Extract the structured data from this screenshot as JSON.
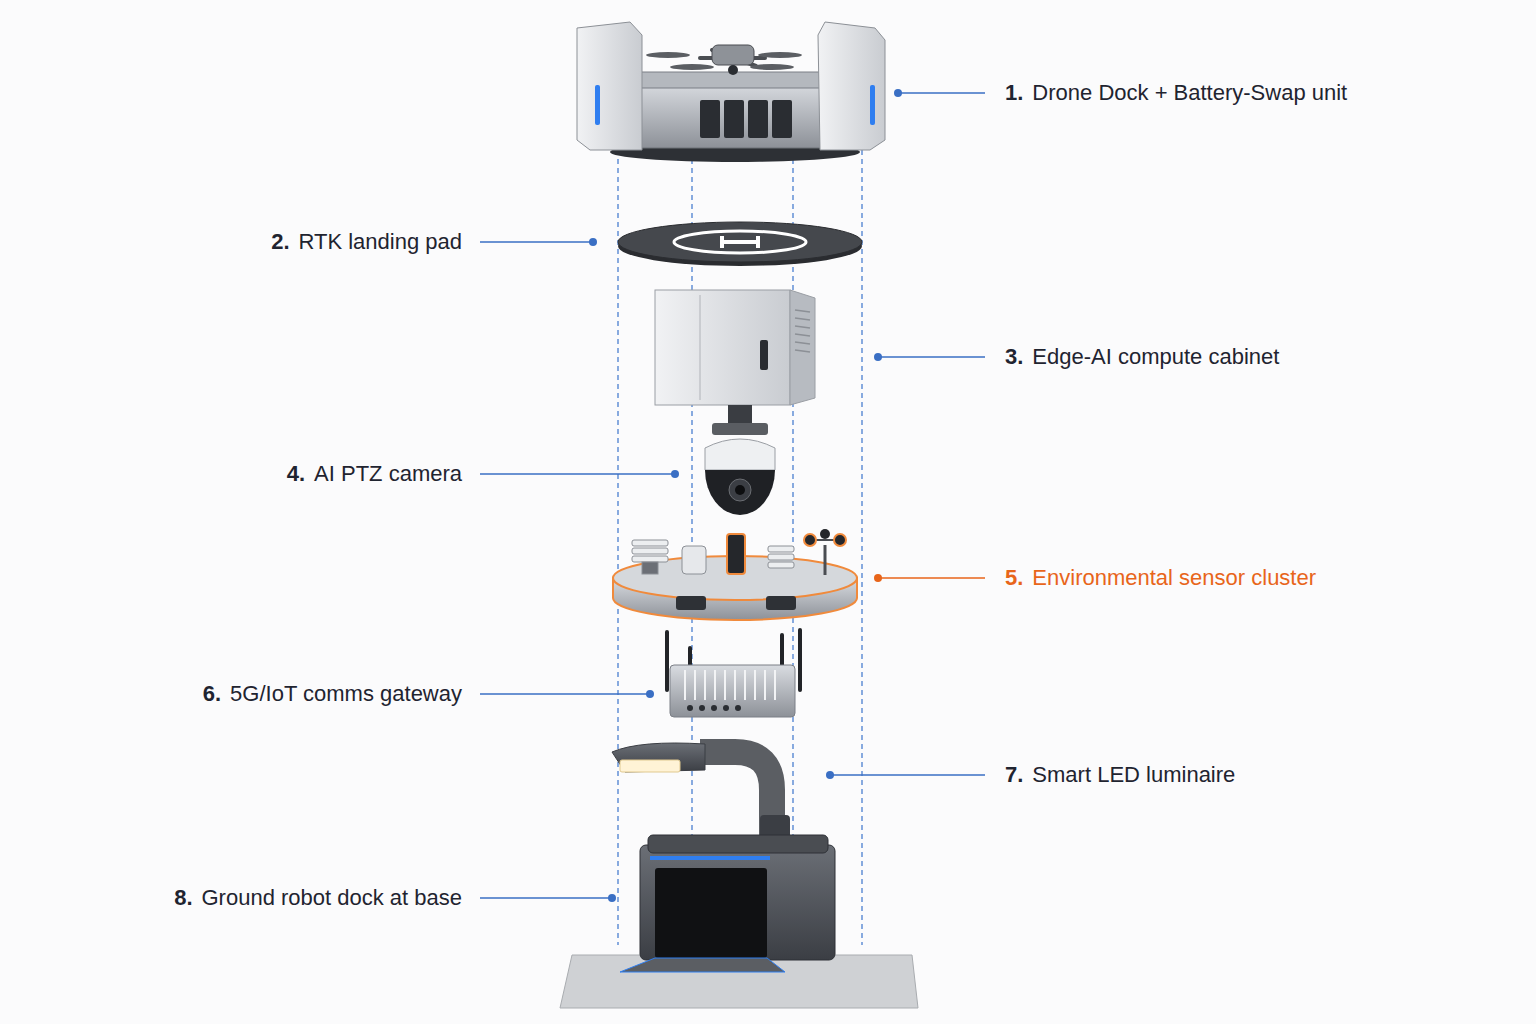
{
  "diagram": {
    "labels": [
      "1.",
      "Drone Dock + Battery-Swap unit",
      "2.",
      "RTK landing pad",
      "3.",
      "Edge-AI compute cabinet",
      "4.",
      "AI PTZ camera",
      "5.",
      "Environmental sensor cluster",
      "6.",
      "5G/IoT comms gateway",
      "7.",
      "Smart LED luminaire",
      "8.",
      "Ground robot dock at base"
    ]
  }
}
